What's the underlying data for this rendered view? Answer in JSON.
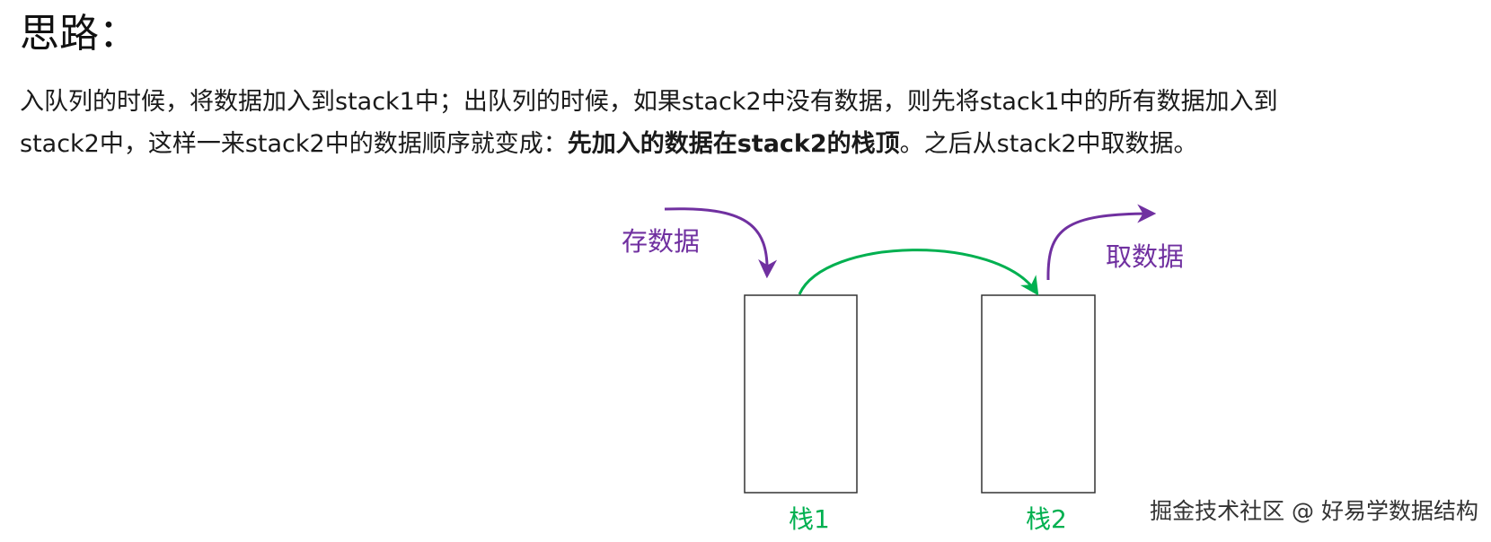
{
  "heading": "思路：",
  "paragraph": {
    "line1": "入队列的时候，将数据加入到stack1中；出队列的时候，如果stack2中没有数据，则先将stack1中的所有数据加入到",
    "line2_before": "stack2中，这样一来stack2中的数据顺序就变成：",
    "line2_bold": "先加入的数据在stack2的栈顶",
    "line2_after": "。之后从stack2中取数据。"
  },
  "diagram": {
    "store_label": "存数据",
    "fetch_label": "取数据",
    "stack1_label": "栈1",
    "stack2_label": "栈2",
    "colors": {
      "purple": "#7030a0",
      "green": "#00b050",
      "box_border": "#333333"
    }
  },
  "watermark": "掘金技术社区 @ 好易学数据结构"
}
